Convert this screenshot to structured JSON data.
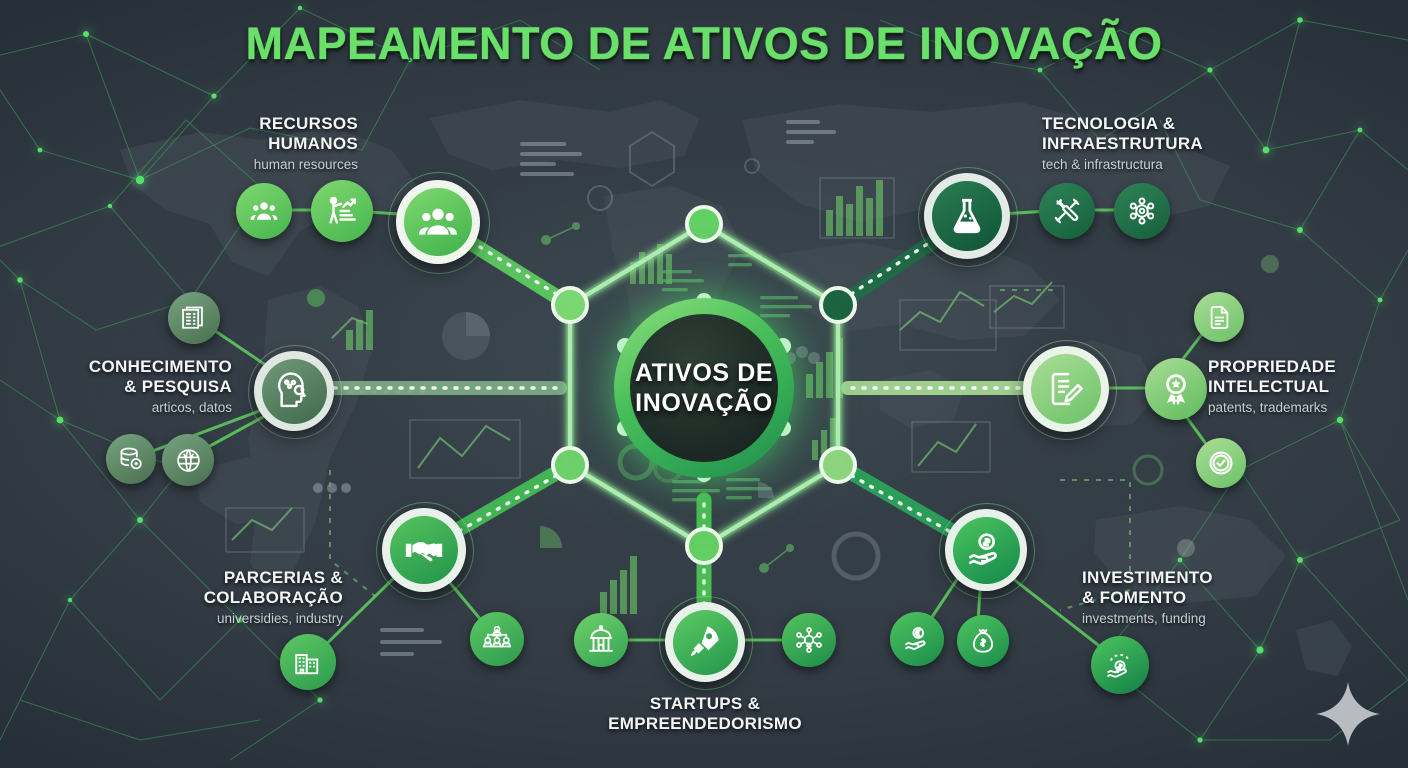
{
  "title": "MAPEAMENTO DE ATIVOS DE INOVAÇÃO",
  "center": {
    "line1": "ATIVOS DE",
    "line2": "INOVAÇÃO",
    "icon": "hub-circle"
  },
  "colors": {
    "background_dark": "#2f3840",
    "background_deep": "#141a21",
    "title_green": "#69e06a",
    "accent_green": "#35bd4c",
    "bright_green": "#6ece54",
    "light_green": "#8fd980",
    "dark_green": "#1f6b44",
    "sage_green": "#6f9a78",
    "label_white": "#f2f5f6",
    "sublabel_gray": "#c7ced2"
  },
  "branches": [
    {
      "id": "recursos-humanos",
      "title": "RECURSOS\nHUMANOS",
      "title_line1": "RECURSOS",
      "title_line2": "HUMANOS",
      "subtitle": "human resources",
      "main_icon": "people-group-icon",
      "tone": "bright-green",
      "sub_icons": [
        "people-group-small-icon",
        "presenter-chart-icon"
      ]
    },
    {
      "id": "tecnologia-infraestrutura",
      "title_line1": "TECNOLOGIA &",
      "title_line2": "INFRAESTRUTURA",
      "subtitle": "tech & infrastructura",
      "main_icon": "flask-icon",
      "tone": "dark-green",
      "sub_icons": [
        "tools-wrench-screwdriver-icon",
        "gear-atom-icon"
      ]
    },
    {
      "id": "conhecimento-pesquisa",
      "title_line1": "CONHECIMENTO",
      "title_line2": "& PESQUISA",
      "subtitle": "articos, datos",
      "main_icon": "head-research-magnifier-icon",
      "tone": "sage-green",
      "sub_icons": [
        "documents-icon",
        "database-icon",
        "brain-globe-icon"
      ]
    },
    {
      "id": "propriedade-intelectual",
      "title_line1": "PROPRIEDADE",
      "title_line2": "INTELECTUAL",
      "subtitle": "patents, trademarks",
      "main_icon": "document-pencil-icon",
      "tone": "light-green",
      "sub_icons": [
        "document-page-icon",
        "award-ribbon-icon",
        "check-badge-icon"
      ]
    },
    {
      "id": "parcerias-colaboracao",
      "title_line1": "PARCERIAS &",
      "title_line2": "COLABORAÇÃO",
      "subtitle": "universidies, industry",
      "main_icon": "handshake-icon",
      "tone": "bright-green",
      "sub_icons": [
        "office-building-icon",
        "team-network-icon"
      ]
    },
    {
      "id": "startups-empreendedorismo",
      "title_line1": "STARTUPS &",
      "title_line2": "EMPREENDEDORISMO",
      "subtitle": "",
      "main_icon": "rocket-icon",
      "tone": "bright-green",
      "sub_icons": [
        "incubator-building-icon",
        "lightbulb-network-icon"
      ]
    },
    {
      "id": "investimento-fomento",
      "title_line1": "INVESTIMENTO",
      "title_line2": "& FOMENTO",
      "subtitle": "investments, funding",
      "main_icon": "hand-coin-dollar-icon",
      "tone": "green",
      "sub_icons": [
        "hand-euro-icon",
        "money-bag-icon",
        "hand-coin-small-icon"
      ]
    }
  ],
  "watermark": {
    "icon": "sparkle-star-icon"
  }
}
